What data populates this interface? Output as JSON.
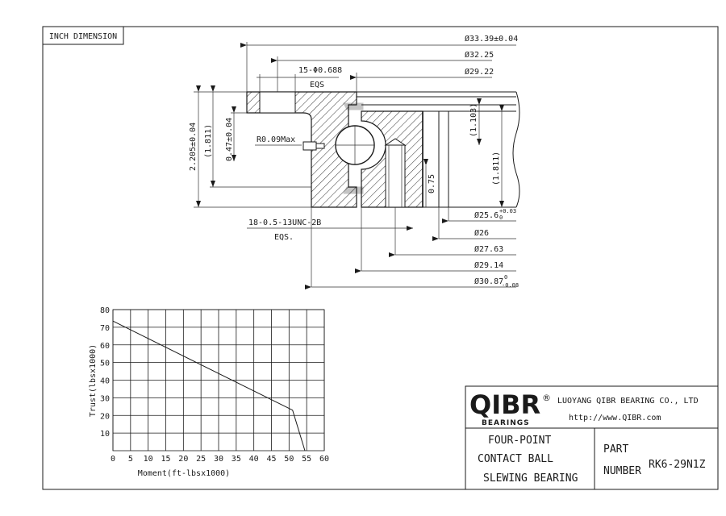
{
  "frame": {
    "inch_dimension_label": "INCH DIMENSION"
  },
  "drawing": {
    "dims_top": [
      "Ø33.39±0.04",
      "Ø32.25",
      "Ø29.22"
    ],
    "holes_label": "15-Φ0.688",
    "holes_sub": "EQS",
    "radius_label": "R0.09Max",
    "height_total": "2.205±0.04",
    "height_inner": "(1.811)",
    "height_gap": "0.47±0.04",
    "right_height": "(1.811)",
    "right_small": "(1.103)",
    "center_dim": "0.75",
    "thread_label": "18-0.5-13UNC-2B",
    "thread_sub": "EQS.",
    "dims_bottom": [
      {
        "main": "Ø25.6",
        "sup": "+0.03",
        "sub": "0"
      },
      {
        "main": "Ø26",
        "sup": "",
        "sub": ""
      },
      {
        "main": "Ø27.63",
        "sup": "",
        "sub": ""
      },
      {
        "main": "Ø29.14",
        "sup": "",
        "sub": ""
      },
      {
        "main": "Ø30.87",
        "sup": "0",
        "sub": "-0.08"
      }
    ]
  },
  "chart_data": {
    "type": "line",
    "xlabel": "Moment(ft-lbsx1000)",
    "ylabel": "Trust(lbsx1000)",
    "xlim": [
      0,
      60
    ],
    "ylim": [
      0,
      80
    ],
    "xticks": [
      0,
      5,
      10,
      15,
      20,
      25,
      30,
      35,
      40,
      45,
      50,
      55,
      60
    ],
    "yticks": [
      10,
      20,
      30,
      40,
      50,
      60,
      70,
      80
    ],
    "grid": true,
    "series": [
      {
        "x": [
          0,
          51,
          54.5
        ],
        "y": [
          73.5,
          23,
          0
        ]
      }
    ]
  },
  "title_block": {
    "brand": "QIBR",
    "brand_sub": "BEARINGS",
    "registered": "®",
    "company": "LUOYANG QIBR BEARING CO., LTD",
    "url": "http://www.QIBR.com",
    "desc_lines": [
      "FOUR-POINT",
      "CONTACT BALL",
      "SLEWING BEARING"
    ],
    "part_label_1": "PART",
    "part_label_2": "NUMBER",
    "part_number": "RK6-29N1Z"
  }
}
